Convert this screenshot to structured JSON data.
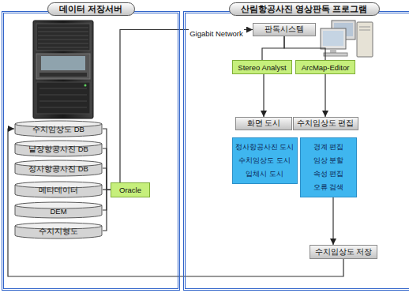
{
  "diagram": {
    "nodes": [
      {
        "text": [
          "데이터 저장서버"
        ]
      },
      {
        "text": [
          "수치임상도 DB"
        ],
        "in": 0
      },
      {
        "text": [
          "낱장항공사진 DB"
        ],
        "in": 0
      },
      {
        "text": [
          "정사항공사진 DB"
        ],
        "in": 0
      },
      {
        "text": [
          "메타데이터"
        ],
        "in": 0
      },
      {
        "text": [
          "DEM"
        ],
        "in": 0
      },
      {
        "text": [
          "수치지형도"
        ],
        "in": 0
      },
      {
        "text": [
          "Oracle"
        ],
        "in": 0
      },
      {
        "text": [
          "산림항공사진 영상판독 프로그램"
        ]
      },
      {
        "text": [
          "판독시스템"
        ],
        "in": 8
      },
      {
        "text": [
          "Stereo Analyst"
        ],
        "in": 8
      },
      {
        "text": [
          "ArcMap-Editor"
        ],
        "in": 8
      },
      {
        "text": [
          "화면 도시"
        ],
        "in": 8
      },
      {
        "text": [
          "수치임상도 편집"
        ],
        "in": 8
      },
      {
        "text": [
          "정사항공사진 도시",
          "수치임상도 도시",
          "입체시 도시"
        ],
        "in": 8
      },
      {
        "text": [
          "경계 편집",
          "임상 분할",
          "속성 편집",
          "오류 검색"
        ],
        "in": 8
      },
      {
        "text": [
          "수치임상도 저장"
        ],
        "in": 8
      }
    ],
    "edges": [
      {
        "from": 1,
        "to": 7,
        "arrow": "none"
      },
      {
        "from": 2,
        "to": 7,
        "arrow": "none"
      },
      {
        "from": 3,
        "to": 7,
        "arrow": "none"
      },
      {
        "from": 4,
        "to": 7,
        "arrow": "none"
      },
      {
        "from": 5,
        "to": 7,
        "arrow": "none"
      },
      {
        "from": 6,
        "to": 7,
        "arrow": "none"
      },
      {
        "from": 7,
        "to": 9,
        "label": "Gigabit Network",
        "arrow": "to"
      },
      {
        "from": 9,
        "to": 10,
        "arrow": "none"
      },
      {
        "from": 9,
        "to": 11,
        "arrow": "none"
      },
      {
        "from": 10,
        "to": 12,
        "arrow": "to"
      },
      {
        "from": 11,
        "to": 13,
        "arrow": "to"
      },
      {
        "from": 15,
        "to": 16,
        "arrow": "to"
      },
      {
        "from": 16,
        "to": 1,
        "arrow": "to"
      }
    ]
  }
}
